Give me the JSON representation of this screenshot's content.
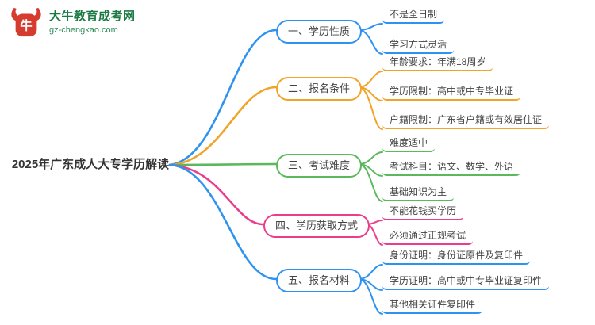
{
  "logo": {
    "site_name": "大牛教育成考网",
    "site_url": "gz-chengkao.com",
    "icon": "bull-icon"
  },
  "colors": {
    "blue": "#2E93F0",
    "orange": "#F0A428",
    "green": "#5CB85C",
    "pink": "#EA3E8C",
    "logo_green": "#1B7A43",
    "logo_red": "#D53B2F"
  },
  "root": {
    "label": "2025年广东成人大专学历解读"
  },
  "branches": [
    {
      "label": "一、学历性质",
      "color": "blue",
      "children": [
        {
          "text": "不是全日制"
        },
        {
          "text": "学习方式灵活"
        }
      ]
    },
    {
      "label": "二、报名条件",
      "color": "orange",
      "children": [
        {
          "text": "年龄要求：年满18周岁"
        },
        {
          "text": "学历限制：高中或中专毕业证"
        },
        {
          "text": "户籍限制：广东省户籍或有效居住证"
        }
      ]
    },
    {
      "label": "三、考试难度",
      "color": "green",
      "children": [
        {
          "text": "难度适中"
        },
        {
          "text": "考试科目：语文、数学、外语"
        },
        {
          "text": "基础知识为主"
        }
      ]
    },
    {
      "label": "四、学历获取方式",
      "color": "pink",
      "children": [
        {
          "text": "不能花钱买学历"
        },
        {
          "text": "必须通过正规考试"
        }
      ]
    },
    {
      "label": "五、报名材料",
      "color": "blue",
      "children": [
        {
          "text": "身份证明：身份证原件及复印件"
        },
        {
          "text": "学历证明：高中或中专毕业证复印件"
        },
        {
          "text": "其他相关证件复印件"
        }
      ]
    }
  ]
}
